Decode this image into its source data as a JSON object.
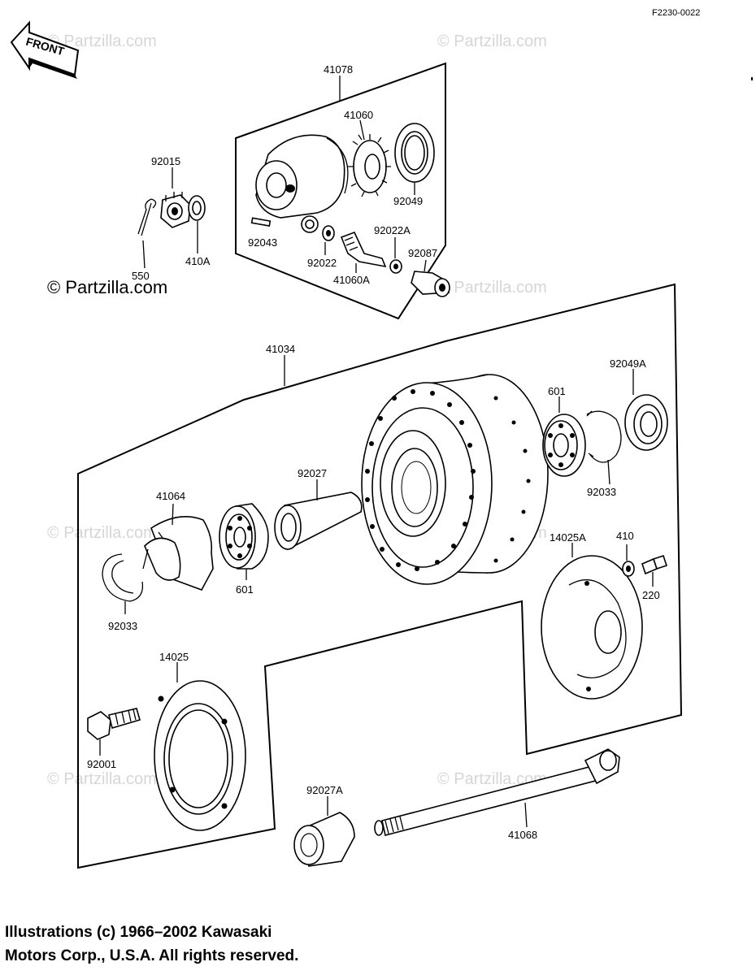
{
  "diagram_code": "F2230-0022",
  "front_label": "FRONT",
  "watermark": "© Partzilla.com",
  "watermark_main": "© Partzilla.com",
  "parts": {
    "p41078": "41078",
    "p41060": "41060",
    "p92049": "92049",
    "p92015": "92015",
    "p410A": "410A",
    "p550": "550",
    "p92043": "92043",
    "p92022": "92022",
    "p92022A": "92022A",
    "p92087": "92087",
    "p41060A": "41060A",
    "p41034": "41034",
    "p601_right": "601",
    "p92049A": "92049A",
    "p92033_right": "92033",
    "p92027": "92027",
    "p41064": "41064",
    "p601_left": "601",
    "p92033_left": "92033",
    "p14025A": "14025A",
    "p410": "410",
    "p220": "220",
    "p14025": "14025",
    "p92001": "92001",
    "p92027A": "92027A",
    "p41068": "41068"
  },
  "copyright_line1": "Illustrations (c) 1966–2002 Kawasaki",
  "copyright_line2": "Motors Corp., U.S.A.  All rights reserved."
}
